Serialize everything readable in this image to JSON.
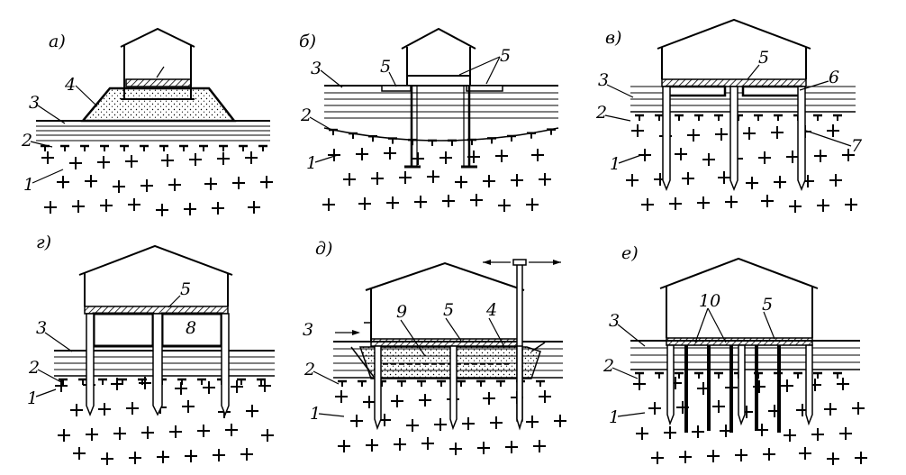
{
  "panels": [
    {
      "id": "a",
      "letter": "а)",
      "labels": [
        "1",
        "2",
        "3",
        "4"
      ]
    },
    {
      "id": "b",
      "letter": "б)",
      "labels": [
        "1",
        "2",
        "3",
        "5",
        "5"
      ]
    },
    {
      "id": "v",
      "letter": "в)",
      "labels": [
        "1",
        "2",
        "3",
        "5",
        "6",
        "7"
      ]
    },
    {
      "id": "g",
      "letter": "г)",
      "labels": [
        "1",
        "2",
        "3",
        "5",
        "8"
      ]
    },
    {
      "id": "d",
      "letter": "д)",
      "labels": [
        "1",
        "2",
        "3",
        "4",
        "5",
        "9"
      ]
    },
    {
      "id": "e",
      "letter": "е)",
      "labels": [
        "1",
        "2",
        "3",
        "5",
        "10"
      ]
    }
  ]
}
